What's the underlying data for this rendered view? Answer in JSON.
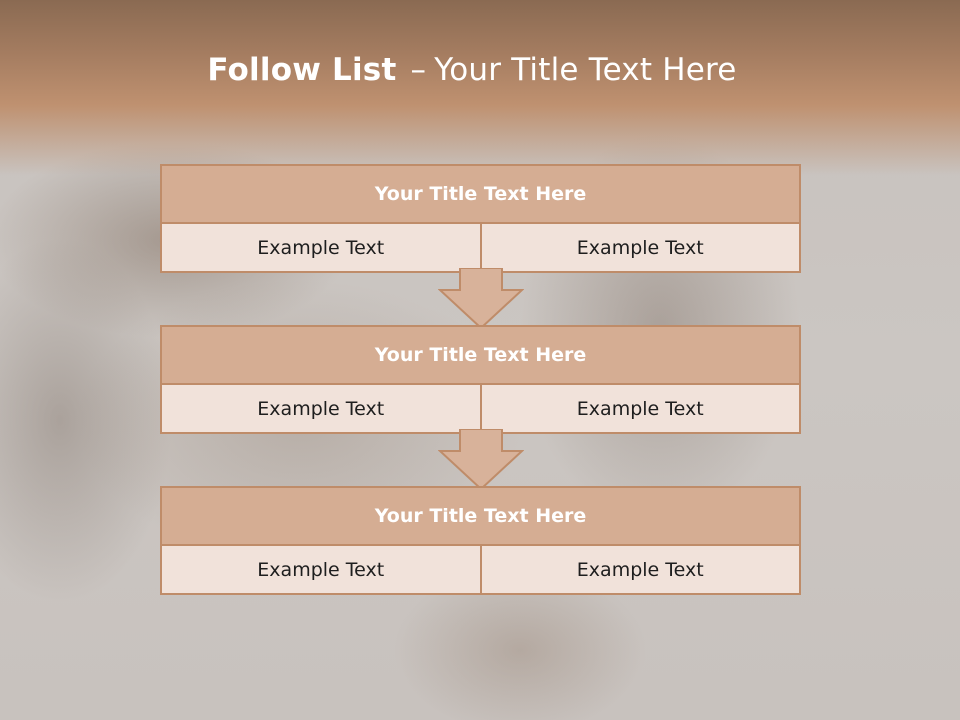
{
  "title": {
    "bold": "Follow List",
    "dash": "–",
    "rest": "Your Title Text Here"
  },
  "blocks": [
    {
      "heading": "Your Title Text Here",
      "left": "Example Text",
      "right": "Example Text"
    },
    {
      "heading": "Your Title Text Here",
      "left": "Example Text",
      "right": "Example Text"
    },
    {
      "heading": "Your Title Text Here",
      "left": "Example Text",
      "right": "Example Text"
    }
  ],
  "colors": {
    "header": "#bf9170",
    "box_border": "#bf8c69",
    "box_heading": "#d5ad93",
    "box_cell": "#f1e2da",
    "arrow_fill": "#d8b29a"
  }
}
